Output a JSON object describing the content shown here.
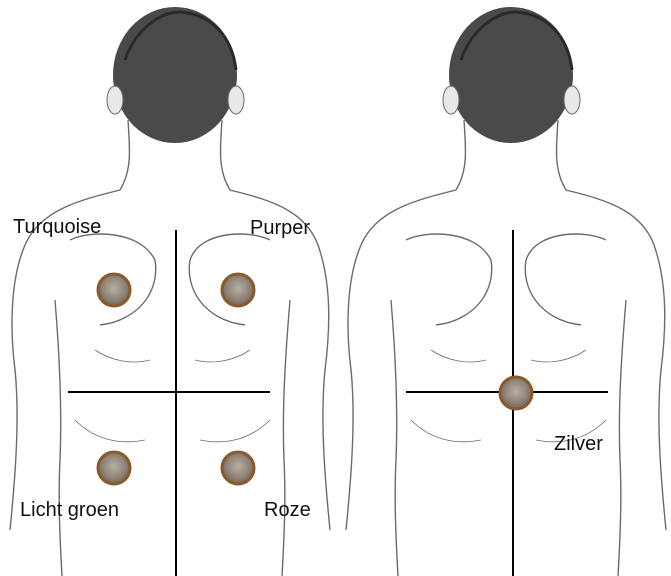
{
  "left_panel": {
    "labels": {
      "top_left": "Turquoise",
      "top_right": "Purper",
      "bottom_left": "Licht groen",
      "bottom_right": "Roze"
    }
  },
  "right_panel": {
    "labels": {
      "center": "Zilver"
    }
  },
  "colors": {
    "crosshair": "#000000",
    "body_outline": "#6b6b6b",
    "hair": "#3a3a3a",
    "dot_fill": "#8a7f72",
    "dot_rim": "#8a5a2a"
  }
}
